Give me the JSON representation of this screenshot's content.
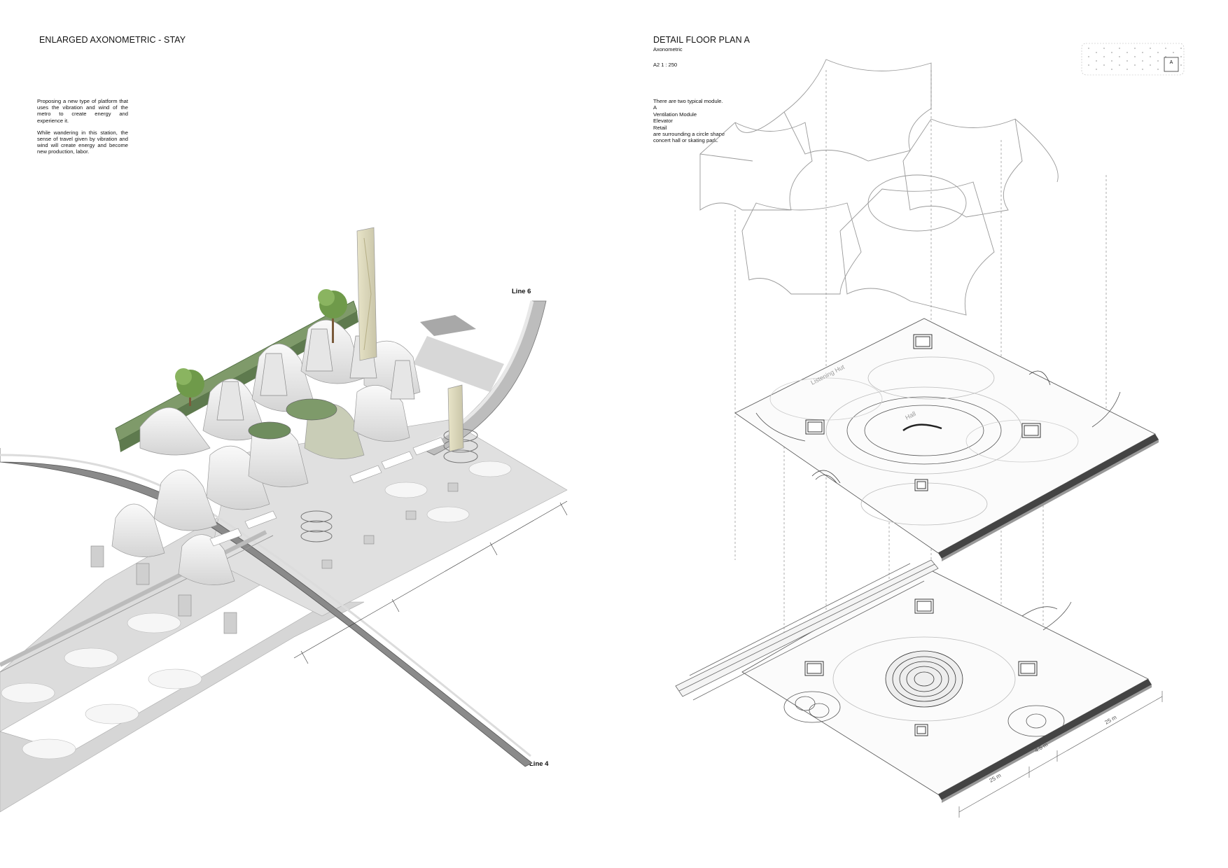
{
  "left": {
    "title": "ENLARGED AXONOMETRIC - STAY",
    "paragraphs": [
      "Proposing a new type of platform that uses the vibration and wind of the metro to create energy and experience it.",
      "While wandering in this station, the sense of travel given by vibration and wind will create energy and become new production, labor."
    ],
    "line_labels": [
      "Line 6",
      "Line 4"
    ]
  },
  "right": {
    "title": "DETAIL FLOOR PLAN A",
    "subtitle": "Axonometric",
    "scale": "A2 1 : 250",
    "description": [
      "There are two typical module.",
      "A",
      "Ventilation Module",
      "Elevator",
      "Retail",
      "are surrounding a circle shape",
      "concert hall or skating park."
    ],
    "key_plan_label": "A",
    "room_labels": [
      "Listening Hut",
      "Hall"
    ],
    "dimensions": [
      "25 m",
      "4.5 m",
      "25 m"
    ]
  },
  "colors": {
    "ink": "#111111",
    "platform_grey": "#d9d9d9",
    "shadow_grey": "#9a9a9a",
    "canopy_white": "#f2f2f2",
    "green_roof": "#7f9a6a",
    "tree_green": "#6f9a4a"
  }
}
